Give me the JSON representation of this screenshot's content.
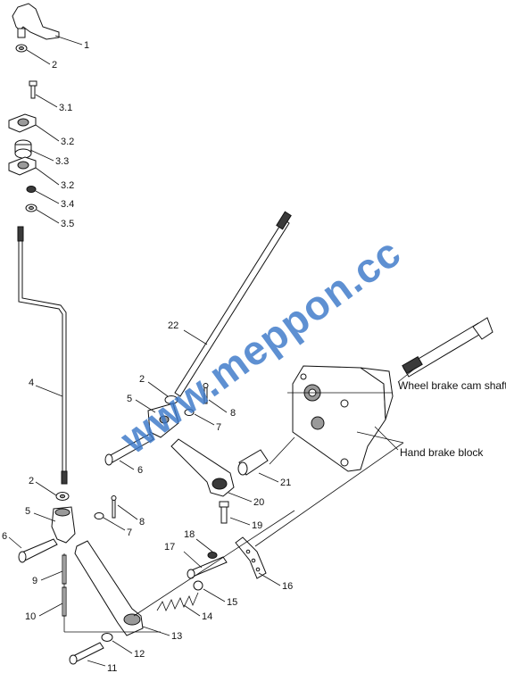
{
  "labels": {
    "p1": "1",
    "p2a": "2",
    "p3_1": "3.1",
    "p3_2a": "3.2",
    "p3_3": "3.3",
    "p3_2b": "3.2",
    "p3_4": "3.4",
    "p3_5": "3.5",
    "p4": "4",
    "p2b": "2",
    "p5a": "5",
    "p6a": "6",
    "p8a": "8",
    "p7a": "7",
    "p9": "9",
    "p10": "10",
    "p11": "11",
    "p12": "12",
    "p13": "13",
    "p14": "14",
    "p15": "15",
    "p16": "16",
    "p17": "17",
    "p18": "18",
    "p19": "19",
    "p20": "20",
    "p21": "21",
    "p22": "22",
    "p2c": "2",
    "p5b": "5",
    "p6b": "6",
    "p8b": "8",
    "p7b": "7"
  },
  "callouts": {
    "cam_shaft": "Wheel brake cam shaft",
    "brake_block": "Hand brake block"
  },
  "watermark": "www.meppon.cc",
  "colors": {
    "watermark": "#3a78c8",
    "ink": "#111111",
    "shade": "#9a9a9a"
  }
}
